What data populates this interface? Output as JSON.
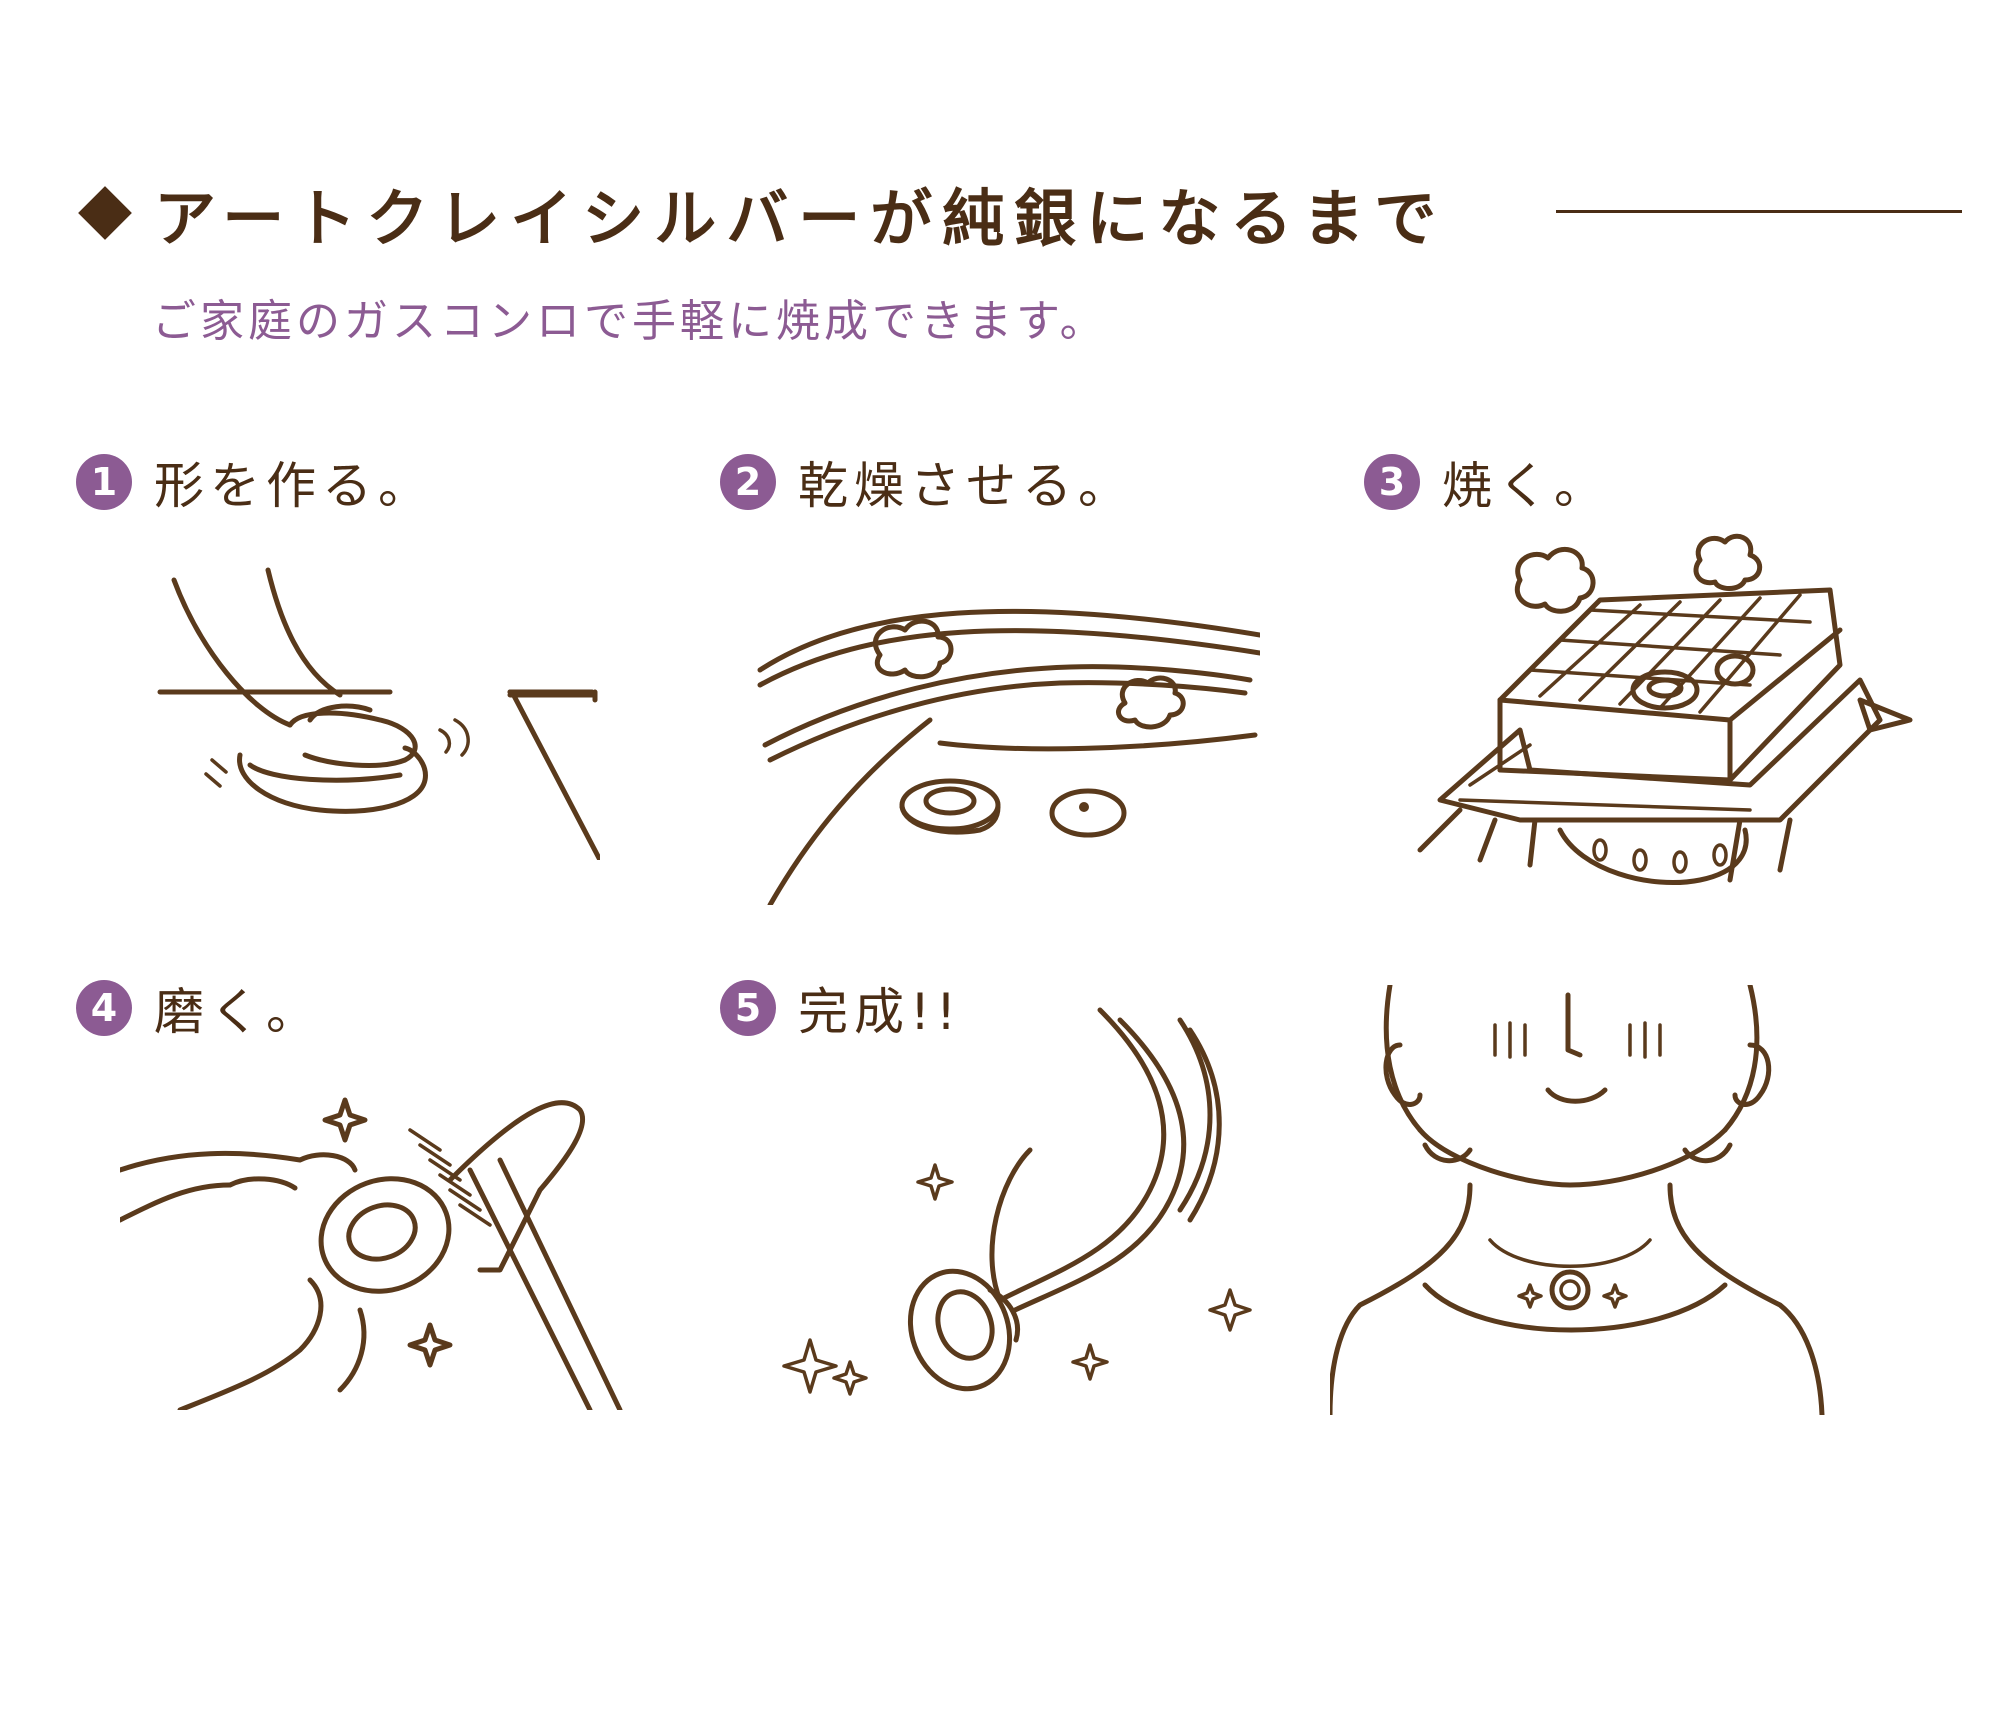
{
  "header": {
    "title": "アートクレイシルバーが純銀になるまで",
    "subtitle": "ご家庭のガスコンロで手軽に焼成できます。"
  },
  "steps": [
    {
      "number": "1",
      "label": "形を作る。"
    },
    {
      "number": "2",
      "label": "乾燥させる。"
    },
    {
      "number": "3",
      "label": "焼く。"
    },
    {
      "number": "4",
      "label": "磨く。"
    },
    {
      "number": "5",
      "label": "完成!!"
    }
  ],
  "colors": {
    "text": "#4a2d15",
    "accent": "#8c5b93",
    "line_art": "#5a3a1c"
  }
}
